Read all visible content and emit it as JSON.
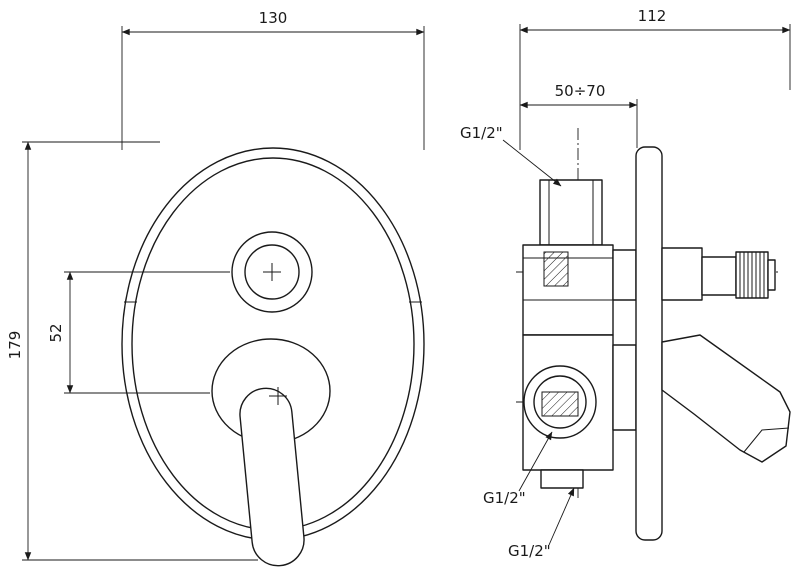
{
  "page": {
    "background": "#ffffff",
    "line_color": "#1a1a1a",
    "description": "Technical dimension drawing of a concealed shower mixer: front view with oval plate, diverter button and lever; side sectional view with wall plate and handle"
  },
  "labels": {
    "dim_width_front": "130",
    "dim_height_front": "179",
    "dim_button_to_lever": "52",
    "dim_depth_side": "112",
    "dim_wall_range": "50÷70",
    "thread_top": "G1/2\"",
    "thread_mid": "G1/2\"",
    "thread_bottom": "G1/2\""
  }
}
